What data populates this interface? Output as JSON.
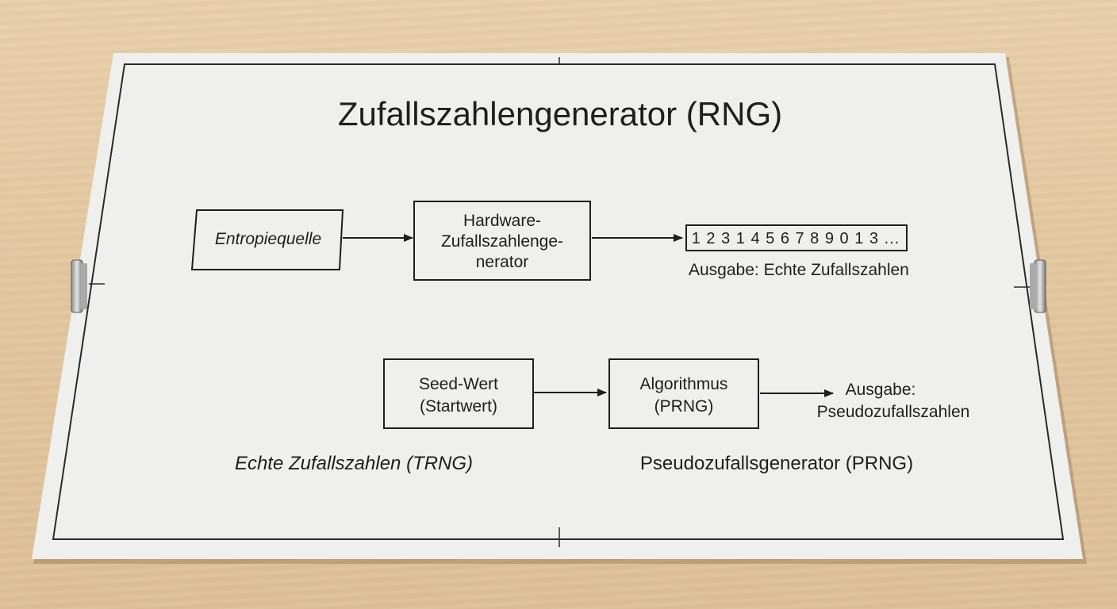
{
  "title": "Zufallszahlengenerator (RNG)",
  "trng": {
    "entropy_box": "Entropiequelle",
    "hardware_box": [
      "Hardware-",
      "Zufallszahlenge-",
      "nerator"
    ],
    "output_numbers": "1 2 3 1 4 5 6 7 8 9 0 1 3 ...",
    "output_label": "Ausgabe: Echte Zufallszahlen",
    "caption": "Echte Zufallszahlen (TRNG)"
  },
  "prng": {
    "seed_box": [
      "Seed-Wert",
      "(Startwert)"
    ],
    "algorithm_box": [
      "Algorithmus",
      "(PRNG)"
    ],
    "output_label": [
      "Ausgabe:",
      "Pseudozufallszahlen"
    ],
    "caption": "Pseudozufallsgenerator (PRNG)"
  }
}
